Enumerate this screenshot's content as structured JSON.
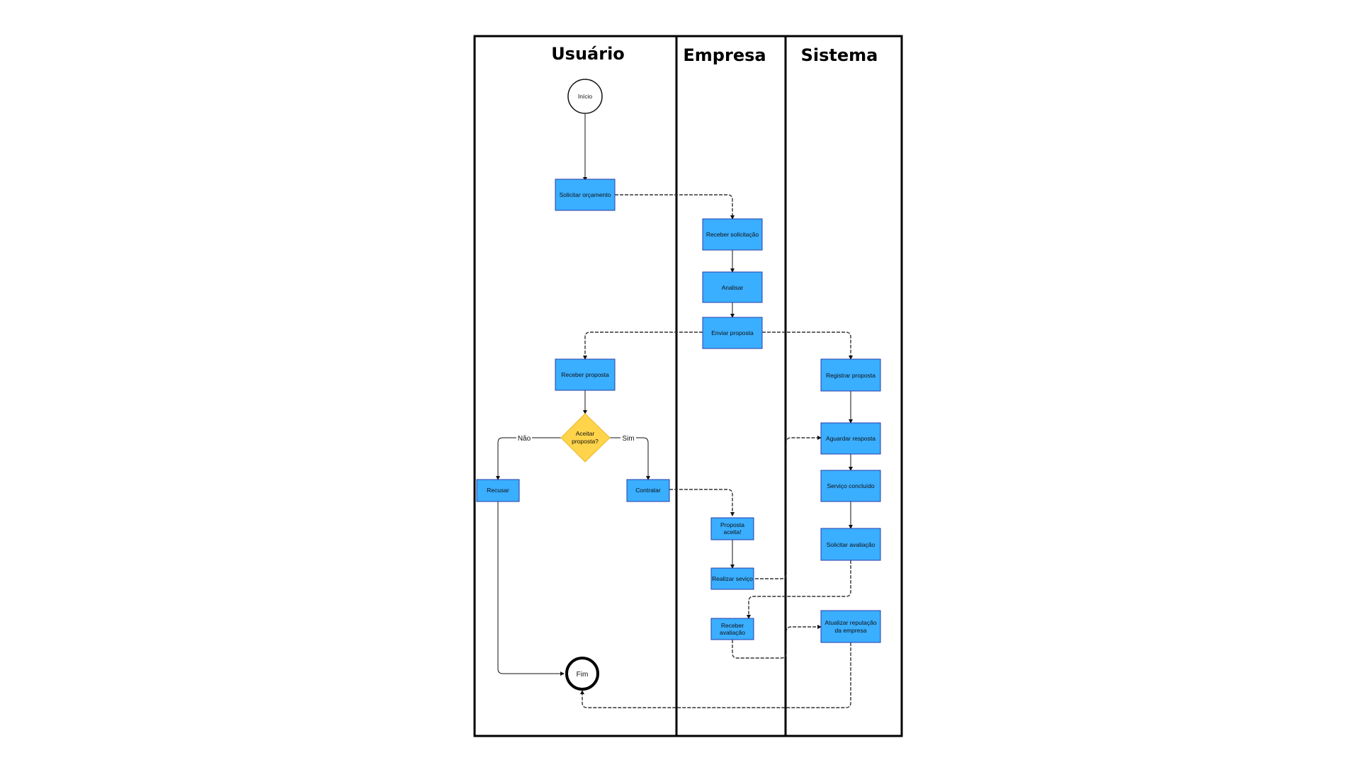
{
  "lanes": {
    "usuario": "Usuário",
    "empresa": "Empresa",
    "sistema": "Sistema"
  },
  "nodes": {
    "inicio": "Início",
    "solicitar_orcamento": "Solicitar orçamento",
    "receber_solicitacao": "Receber solicitação",
    "analisar": "Analisar",
    "enviar_proposta": "Enviar proposta",
    "receber_proposta": "Receber proposta",
    "registrar_proposta": "Registrar proposta",
    "aceitar_proposta_1": "Aceitar",
    "aceitar_proposta_2": "proposta?",
    "aguardar_resposta": "Aguardar resposta",
    "recusar": "Recusar",
    "contratar": "Contratar",
    "servico_concluido": "Serviço concluído",
    "proposta_aceita_1": "Proposta",
    "proposta_aceita_2": "aceita!",
    "solicitar_avaliacao": "Solicitar avaliação",
    "realizar_servico": "Realizar seviço",
    "receber_avaliacao_1": "Receber",
    "receber_avaliacao_2": "avaliação",
    "atualizar_reputacao_1": "Atualizar reputação",
    "atualizar_reputacao_2": "da empresa",
    "fim": "Fim"
  },
  "edge_labels": {
    "nao": "Não",
    "sim": "Sim"
  },
  "colors": {
    "task_fill": "#3aaeff",
    "task_stroke": "#2a3ea8",
    "decision_fill": "#ffd44a",
    "lane_border": "#000000"
  }
}
